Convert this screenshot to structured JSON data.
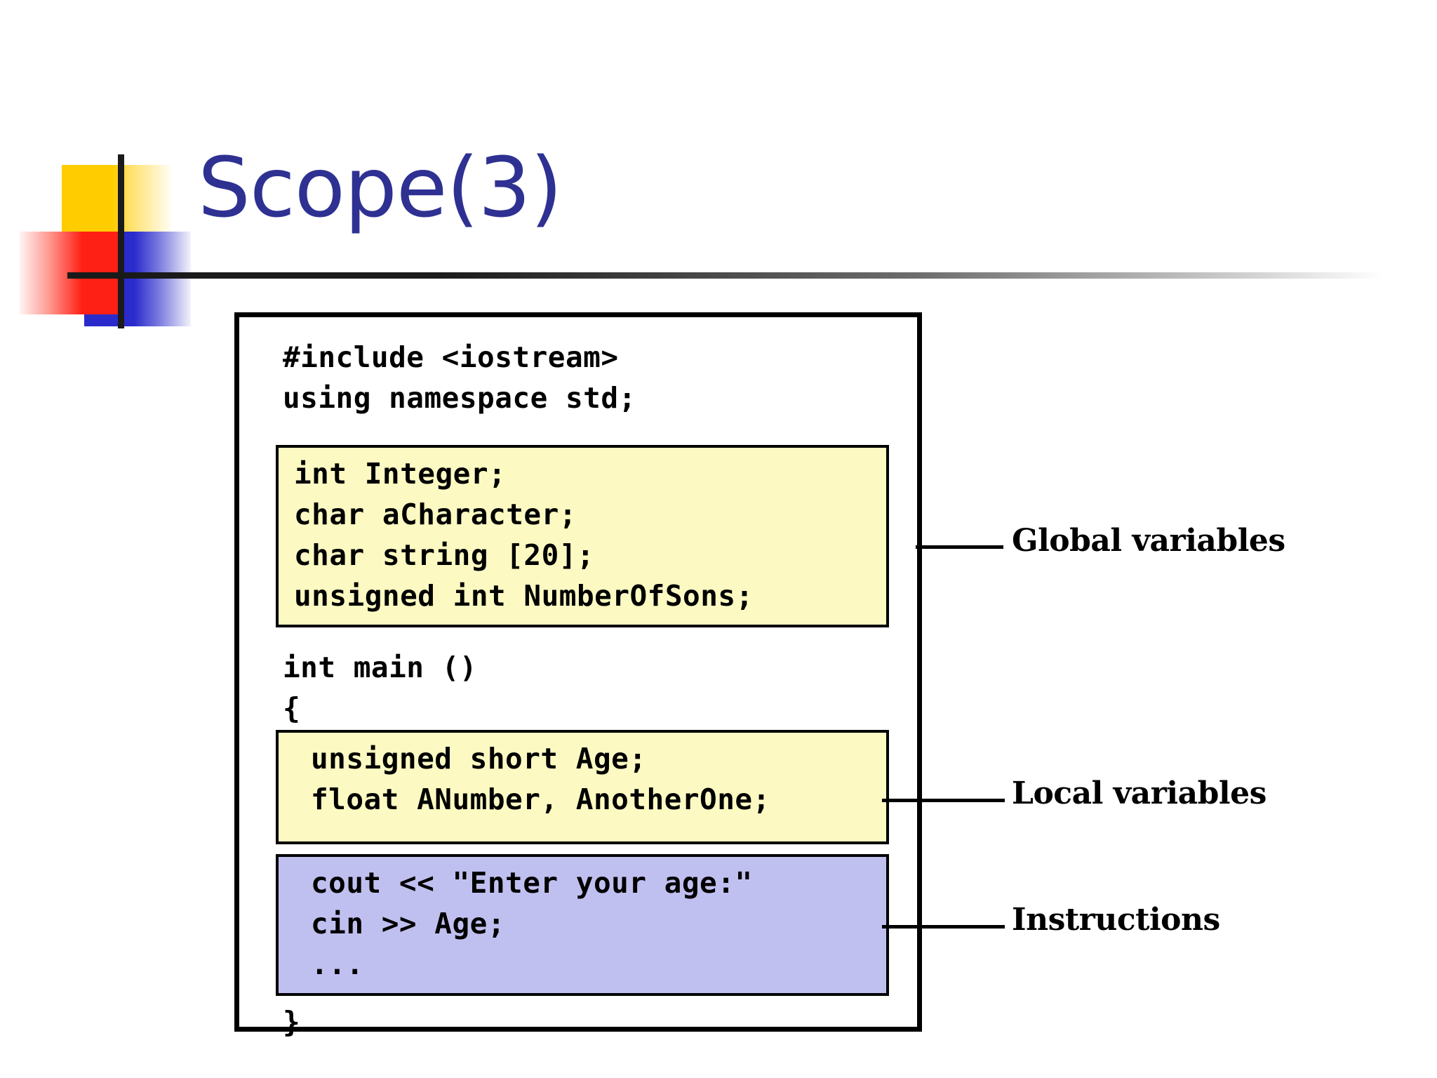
{
  "slide": {
    "title": "Scope(3)",
    "title_color": "#2E3192"
  },
  "logo": {
    "yellow_color": "#FFCC00",
    "red_color": "#FF2015",
    "blue_color": "#2B2BCC",
    "cross_color": "#1A1A1A"
  },
  "code": {
    "preamble": [
      "#include <iostream>",
      "using namespace std;"
    ],
    "global_block": {
      "background": "#FCFAC2",
      "lines": [
        "int Integer;",
        "char aCharacter;",
        "char string [20];",
        "unsigned int NumberOfSons;"
      ]
    },
    "main_signature": [
      "int main ()",
      "{"
    ],
    "local_block": {
      "background": "#FCFAC2",
      "lines": [
        "unsigned short Age;",
        "float ANumber, AnotherOne;"
      ]
    },
    "instructions_block": {
      "background": "#C0C0F0",
      "lines": [
        "cout << \"Enter your age:\"",
        "cin >> Age;",
        "..."
      ]
    },
    "closing_brace": "}"
  },
  "labels": {
    "global": "Global variables",
    "local": "Local variables",
    "instructions": "Instructions"
  }
}
